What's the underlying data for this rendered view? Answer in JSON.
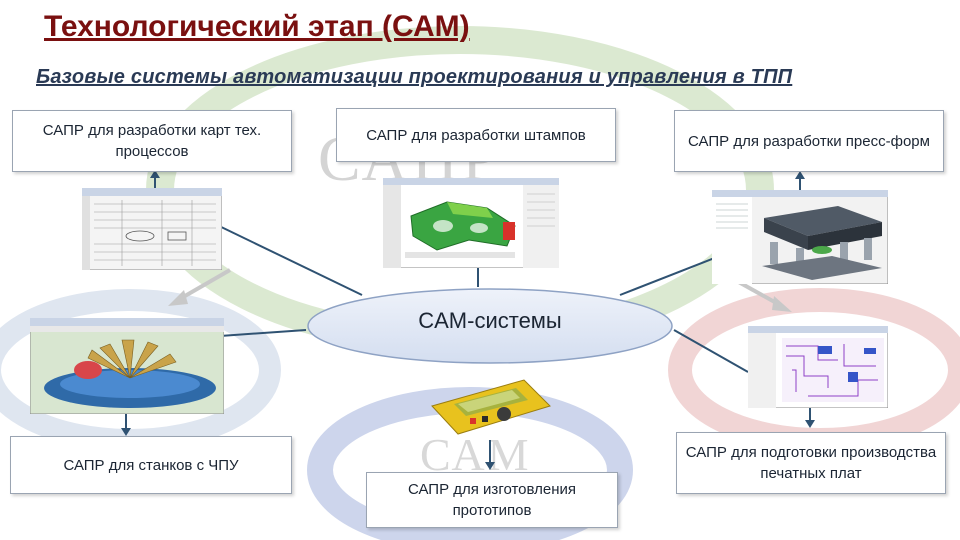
{
  "title": "Технологический этап (САМ)",
  "subtitle": "Базовые системы автоматизации проектирования и управления в ТПП",
  "center": "CAM-системы",
  "watermarks": {
    "top": "САПР",
    "bottom": "САМ"
  },
  "boxes": {
    "tech_process": "САПР для разработки карт тех. процессов",
    "stamps": "САПР для разработки штампов",
    "press_forms": "САПР для разработки пресс-форм",
    "cnc": "САПР для станков с ЧПУ",
    "prototypes": "САПР для изготовления прототипов",
    "pcb": "САПР для подготовки производства печатных плат"
  },
  "colors": {
    "title": "#7a1010",
    "connector": "#2f5272",
    "ellipse_fill": "#dfe7f5",
    "ring_green": "#cfe3c4",
    "ring_blue": "#c9d1ea",
    "ring_red": "#f1d2d2"
  }
}
